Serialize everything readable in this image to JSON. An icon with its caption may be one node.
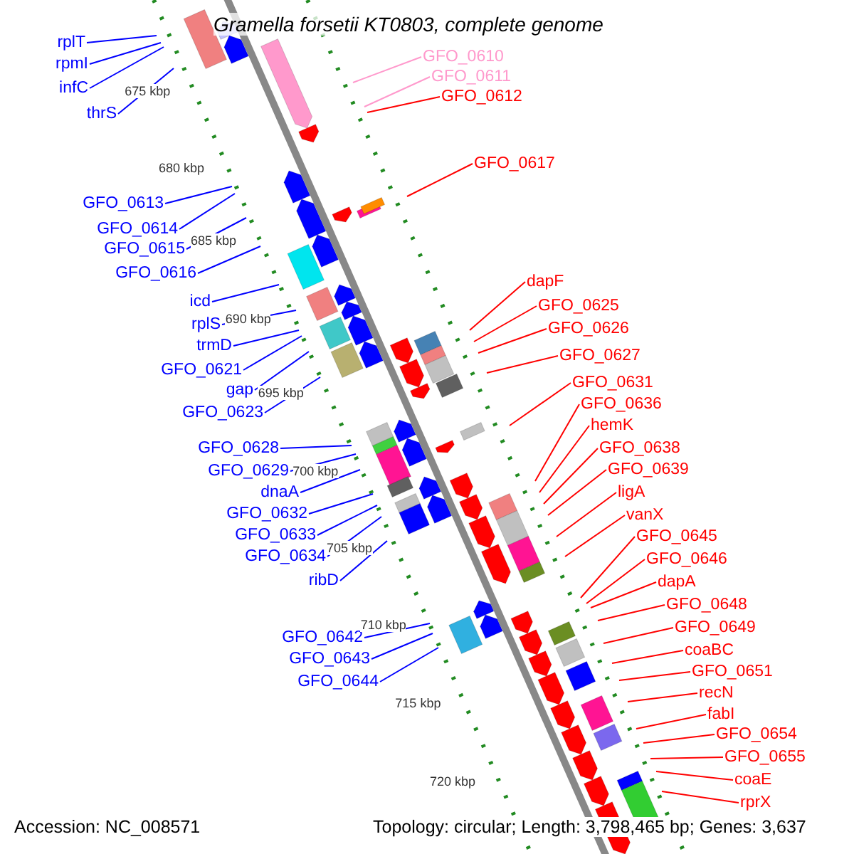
{
  "diagram": {
    "title": "Gramella forsetii KT0803, complete genome",
    "nodes": [
      {
        "text": [
          "rplT"
        ]
      },
      {
        "text": [
          "rpmI"
        ]
      },
      {
        "text": [
          "infC"
        ]
      },
      {
        "text": [
          "thrS"
        ]
      },
      {
        "text": [
          "GFO_0613"
        ]
      },
      {
        "text": [
          "GFO_0614"
        ]
      },
      {
        "text": [
          "GFO_0615"
        ]
      },
      {
        "text": [
          "GFO_0616"
        ]
      },
      {
        "text": [
          "icd"
        ]
      },
      {
        "text": [
          "rplS"
        ]
      },
      {
        "text": [
          "trmD"
        ]
      },
      {
        "text": [
          "GFO_0621"
        ]
      },
      {
        "text": [
          "gap"
        ]
      },
      {
        "text": [
          "GFO_0623"
        ]
      },
      {
        "text": [
          "GFO_0628"
        ]
      },
      {
        "text": [
          "GFO_0629"
        ]
      },
      {
        "text": [
          "dnaA"
        ]
      },
      {
        "text": [
          "GFO_0632"
        ]
      },
      {
        "text": [
          "GFO_0633"
        ]
      },
      {
        "text": [
          "GFO_0634"
        ]
      },
      {
        "text": [
          "ribD"
        ]
      },
      {
        "text": [
          "GFO_0642"
        ]
      },
      {
        "text": [
          "GFO_0643"
        ]
      },
      {
        "text": [
          "GFO_0644"
        ]
      },
      {
        "text": [
          "GFO_0610"
        ]
      },
      {
        "text": [
          "GFO_0611"
        ]
      },
      {
        "text": [
          "GFO_0612"
        ]
      },
      {
        "text": [
          "GFO_0617"
        ]
      },
      {
        "text": [
          "dapF"
        ]
      },
      {
        "text": [
          "GFO_0625"
        ]
      },
      {
        "text": [
          "GFO_0626"
        ]
      },
      {
        "text": [
          "GFO_0627"
        ]
      },
      {
        "text": [
          "GFO_0631"
        ]
      },
      {
        "text": [
          "GFO_0636"
        ]
      },
      {
        "text": [
          "hemK"
        ]
      },
      {
        "text": [
          "GFO_0638"
        ]
      },
      {
        "text": [
          "GFO_0639"
        ]
      },
      {
        "text": [
          "ligA"
        ]
      },
      {
        "text": [
          "vanX"
        ]
      },
      {
        "text": [
          "GFO_0645"
        ]
      },
      {
        "text": [
          "GFO_0646"
        ]
      },
      {
        "text": [
          "dapA"
        ]
      },
      {
        "text": [
          "GFO_0648"
        ]
      },
      {
        "text": [
          "GFO_0649"
        ]
      },
      {
        "text": [
          "coaBC"
        ]
      },
      {
        "text": [
          "GFO_0651"
        ]
      },
      {
        "text": [
          "recN"
        ]
      },
      {
        "text": [
          "fabI"
        ]
      },
      {
        "text": [
          "GFO_0654"
        ]
      },
      {
        "text": [
          "GFO_0655"
        ]
      },
      {
        "text": [
          "coaE"
        ]
      },
      {
        "text": [
          "rprX"
        ]
      }
    ],
    "edges": [
      {
        "from": 0,
        "to": null,
        "arrow": "none",
        "color": "#0000ff"
      },
      {
        "from": 1,
        "to": null,
        "arrow": "none",
        "color": "#0000ff"
      },
      {
        "from": 2,
        "to": null,
        "arrow": "none",
        "color": "#0000ff"
      },
      {
        "from": 3,
        "to": null,
        "arrow": "none",
        "color": "#0000ff"
      },
      {
        "from": 4,
        "to": null,
        "arrow": "none",
        "color": "#0000ff"
      },
      {
        "from": 5,
        "to": null,
        "arrow": "none",
        "color": "#0000ff"
      },
      {
        "from": 6,
        "to": null,
        "arrow": "none",
        "color": "#0000ff"
      },
      {
        "from": 7,
        "to": null,
        "arrow": "none",
        "color": "#0000ff"
      },
      {
        "from": 8,
        "to": null,
        "arrow": "none",
        "color": "#0000ff"
      },
      {
        "from": 9,
        "to": null,
        "arrow": "none",
        "color": "#0000ff"
      },
      {
        "from": 10,
        "to": null,
        "arrow": "none",
        "color": "#0000ff"
      },
      {
        "from": 11,
        "to": null,
        "arrow": "none",
        "color": "#0000ff"
      },
      {
        "from": 12,
        "to": null,
        "arrow": "none",
        "color": "#0000ff"
      },
      {
        "from": 13,
        "to": null,
        "arrow": "none",
        "color": "#0000ff"
      },
      {
        "from": 14,
        "to": null,
        "arrow": "none",
        "color": "#0000ff"
      },
      {
        "from": 15,
        "to": null,
        "arrow": "none",
        "color": "#0000ff"
      },
      {
        "from": 16,
        "to": null,
        "arrow": "none",
        "color": "#0000ff"
      },
      {
        "from": 17,
        "to": null,
        "arrow": "none",
        "color": "#0000ff"
      },
      {
        "from": 18,
        "to": null,
        "arrow": "none",
        "color": "#0000ff"
      },
      {
        "from": 19,
        "to": null,
        "arrow": "none",
        "color": "#0000ff"
      },
      {
        "from": 20,
        "to": null,
        "arrow": "none",
        "color": "#0000ff"
      },
      {
        "from": 21,
        "to": null,
        "arrow": "none",
        "color": "#0000ff"
      },
      {
        "from": 22,
        "to": null,
        "arrow": "none",
        "color": "#0000ff"
      },
      {
        "from": 23,
        "to": null,
        "arrow": "none",
        "color": "#0000ff"
      },
      {
        "from": 24,
        "to": null,
        "arrow": "none",
        "color": "#ff99cc"
      },
      {
        "from": 25,
        "to": null,
        "arrow": "none",
        "color": "#ff99cc"
      },
      {
        "from": 26,
        "to": null,
        "arrow": "none"
      },
      {
        "from": 27,
        "to": null,
        "arrow": "none"
      },
      {
        "from": 28,
        "to": null,
        "arrow": "none"
      },
      {
        "from": 29,
        "to": null,
        "arrow": "none"
      },
      {
        "from": 30,
        "to": null,
        "arrow": "none"
      },
      {
        "from": 31,
        "to": null,
        "arrow": "none"
      },
      {
        "from": 32,
        "to": null,
        "arrow": "none"
      },
      {
        "from": 33,
        "to": null,
        "arrow": "none"
      },
      {
        "from": 34,
        "to": null,
        "arrow": "none"
      },
      {
        "from": 35,
        "to": null,
        "arrow": "none"
      },
      {
        "from": 36,
        "to": null,
        "arrow": "none"
      },
      {
        "from": 37,
        "to": null,
        "arrow": "none"
      },
      {
        "from": 38,
        "to": null,
        "arrow": "none"
      },
      {
        "from": 39,
        "to": null,
        "arrow": "none"
      },
      {
        "from": 40,
        "to": null,
        "arrow": "none"
      },
      {
        "from": 41,
        "to": null,
        "arrow": "none"
      },
      {
        "from": 42,
        "to": null,
        "arrow": "none"
      },
      {
        "from": 43,
        "to": null,
        "arrow": "none"
      },
      {
        "from": 44,
        "to": null,
        "arrow": "none"
      },
      {
        "from": 45,
        "to": null,
        "arrow": "none"
      },
      {
        "from": 46,
        "to": null,
        "arrow": "none"
      },
      {
        "from": 47,
        "to": null,
        "arrow": "none"
      },
      {
        "from": 48,
        "to": null,
        "arrow": "none"
      },
      {
        "from": 49,
        "to": null,
        "arrow": "none"
      },
      {
        "from": 50,
        "to": null,
        "arrow": "none"
      },
      {
        "from": 51,
        "to": null,
        "arrow": "none"
      }
    ],
    "labels": [
      "675 kbp",
      "680 kbp",
      "685 kbp",
      "690 kbp",
      "695 kbp",
      "700 kbp",
      "705 kbp",
      "710 kbp",
      "715 kbp",
      "720 kbp",
      "Accession: NC_008571",
      "Topology: circular; Length: 3,798,465 bp; Genes: 3,637"
    ]
  }
}
